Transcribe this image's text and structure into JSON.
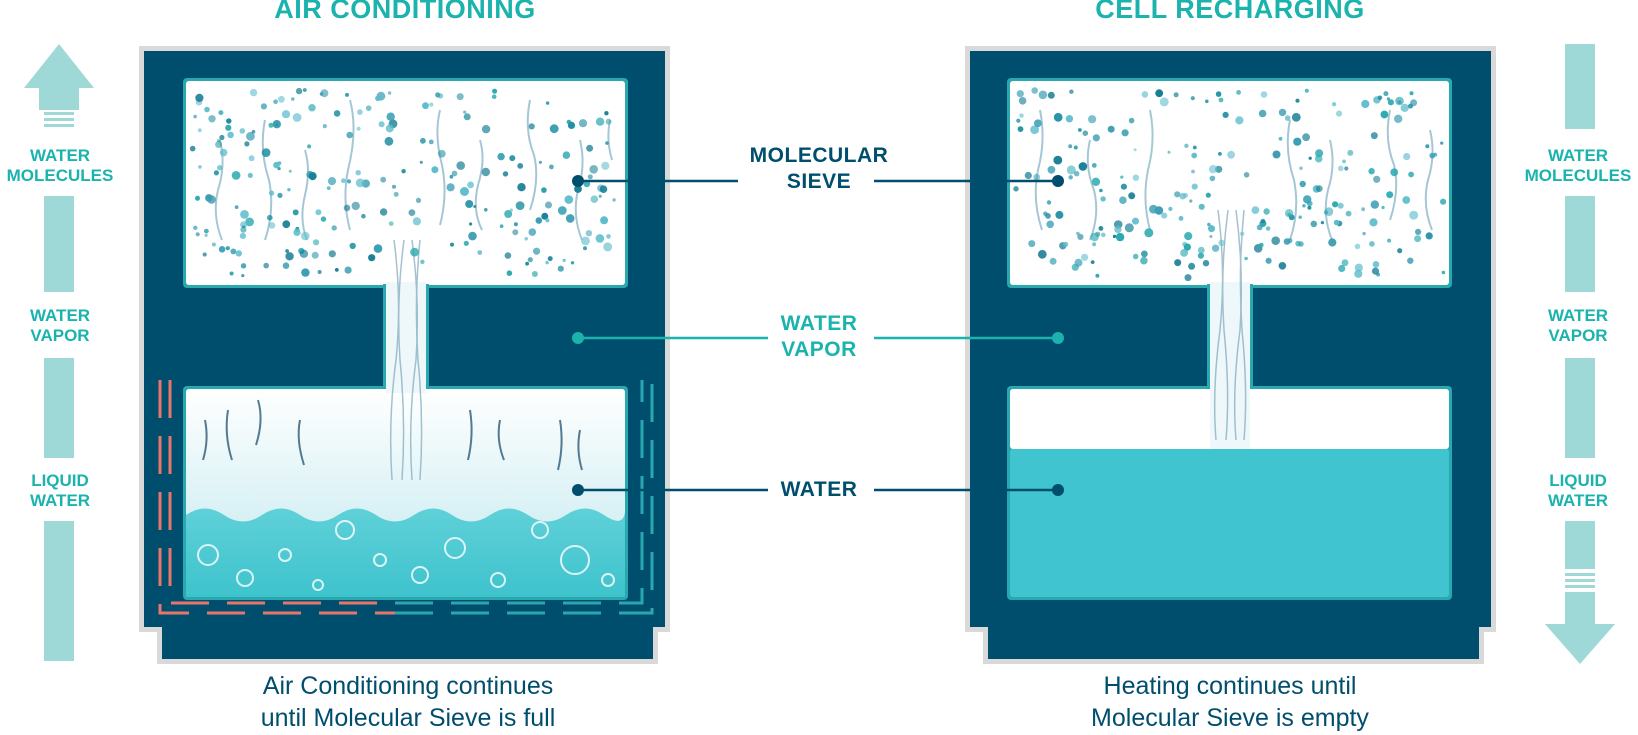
{
  "colors": {
    "navy": "#004e6e",
    "teal": "#1ab3ad",
    "water": "#40c4cf",
    "arrow": "#9fd9d7",
    "hot": "#e8756a",
    "frame": "#d9d9d9"
  },
  "panels": [
    {
      "title": "AIR CONDITIONING",
      "caption_line1": "Air Conditioning continues",
      "caption_line2": "until Molecular Sieve is full"
    },
    {
      "title": "CELL RECHARGING",
      "caption_line1": "Heating continues until",
      "caption_line2": "Molecular Sieve is empty"
    }
  ],
  "center_labels": {
    "sieve_line1": "MOLECULAR",
    "sieve_line2": "SIEVE",
    "vapor_line1": "WATER",
    "vapor_line2": "VAPOR",
    "water": "WATER"
  },
  "left_scale": {
    "direction": "up",
    "molecules_line1": "WATER",
    "molecules_line2": "MOLECULES",
    "vapor_line1": "WATER",
    "vapor_line2": "VAPOR",
    "liquid_line1": "LIQUID",
    "liquid_line2": "WATER"
  },
  "right_scale": {
    "direction": "down",
    "molecules_line1": "WATER",
    "molecules_line2": "MOLECULES",
    "vapor_line1": "WATER",
    "vapor_line2": "VAPOR",
    "liquid_line1": "LIQUID",
    "liquid_line2": "WATER"
  }
}
